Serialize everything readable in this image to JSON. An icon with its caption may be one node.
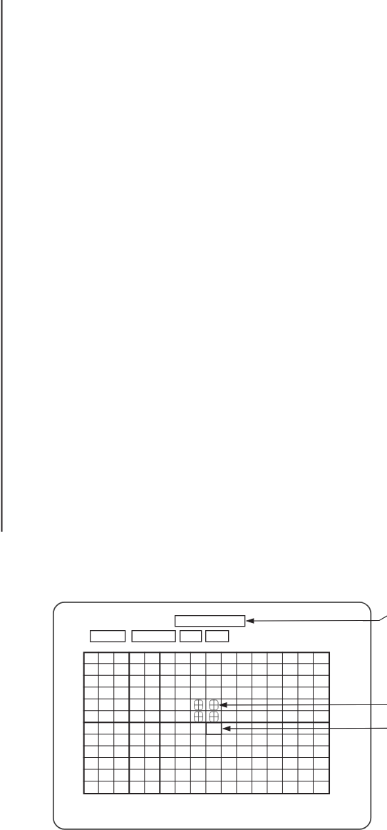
{
  "diagram": {
    "nodes": [
      {
        "text": [],
        "shape": "box"
      },
      {
        "text": [],
        "shape": "box",
        "in": 0
      },
      {
        "text": [],
        "shape": "box",
        "in": 0
      },
      {
        "text": [],
        "shape": "box",
        "in": 0
      },
      {
        "text": [],
        "shape": "box",
        "in": 0
      },
      {
        "text": [],
        "shape": "box",
        "in": 0
      },
      {
        "text": [],
        "shape": "grid",
        "in": 0
      },
      {
        "text": [],
        "shape": "crosshair",
        "in": 6
      },
      {
        "text": [],
        "shape": "crosshair",
        "in": 6
      },
      {
        "text": [],
        "shape": "crosshair",
        "in": 6
      },
      {
        "text": [],
        "shape": "crosshair",
        "in": 6
      },
      {
        "text": [],
        "shape": "box",
        "in": 6
      }
    ],
    "edges": [
      {
        "from": null,
        "to": 1,
        "arrow": "to"
      },
      {
        "from": null,
        "to": 8,
        "arrow": "to"
      },
      {
        "from": null,
        "to": 11,
        "arrow": "to"
      }
    ]
  }
}
